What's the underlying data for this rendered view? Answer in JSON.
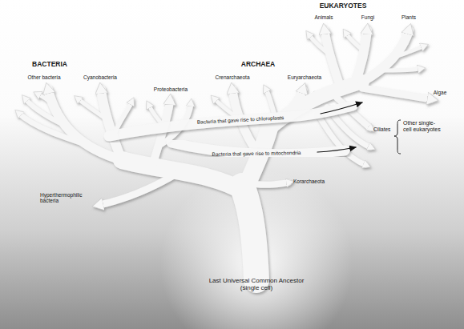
{
  "diagram": {
    "labels": [
      "EUKARYOTES",
      "Animals",
      "Fungi",
      "Plants",
      "BACTERIA",
      "Other bacteria",
      "Cyanobacteria",
      "Proteobacteria",
      "ARCHAEA",
      "Crenarchaeota",
      "Euryarchaeota",
      "Algae",
      "Bacteria that gave rise to chloroplasts",
      "Ciliates",
      "Other single-cell eukaryotes",
      "Bacteria that gave rise to mitochondria",
      "Korarchaeota",
      "Hyperthermophilic bacteria",
      "Last Universal Common Ancestor (single cell)"
    ]
  }
}
